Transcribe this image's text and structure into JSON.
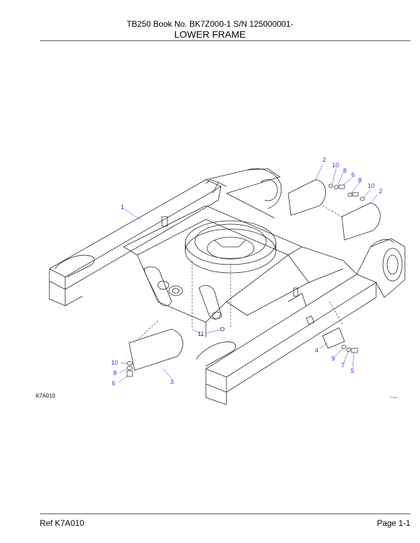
{
  "header": {
    "line1": "TB250  Book No. BK7Z000-1 S/N 125000001-",
    "line2": "LOWER FRAME"
  },
  "figure": {
    "ref_code": "K7A010",
    "stamp": "S-lhas",
    "callouts": [
      "1",
      "2",
      "10",
      "8",
      "6",
      "8",
      "10",
      "2",
      "11",
      "4",
      "9",
      "7",
      "5",
      "10",
      "8",
      "6",
      "3"
    ]
  },
  "footer": {
    "ref_label": "Ref   K7A010",
    "page_label": "Page   1-1"
  }
}
